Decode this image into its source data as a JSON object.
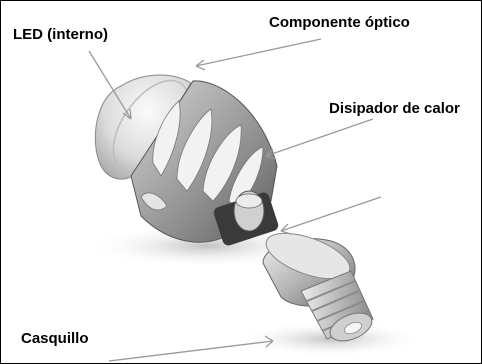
{
  "labels": {
    "led": "LED (interno)",
    "optic": "Componente óptico",
    "heatsink": "Disipador de calor",
    "base": "Casquillo"
  },
  "colors": {
    "border": "#000000",
    "text": "#000000",
    "leader": "#9a9a9a"
  }
}
